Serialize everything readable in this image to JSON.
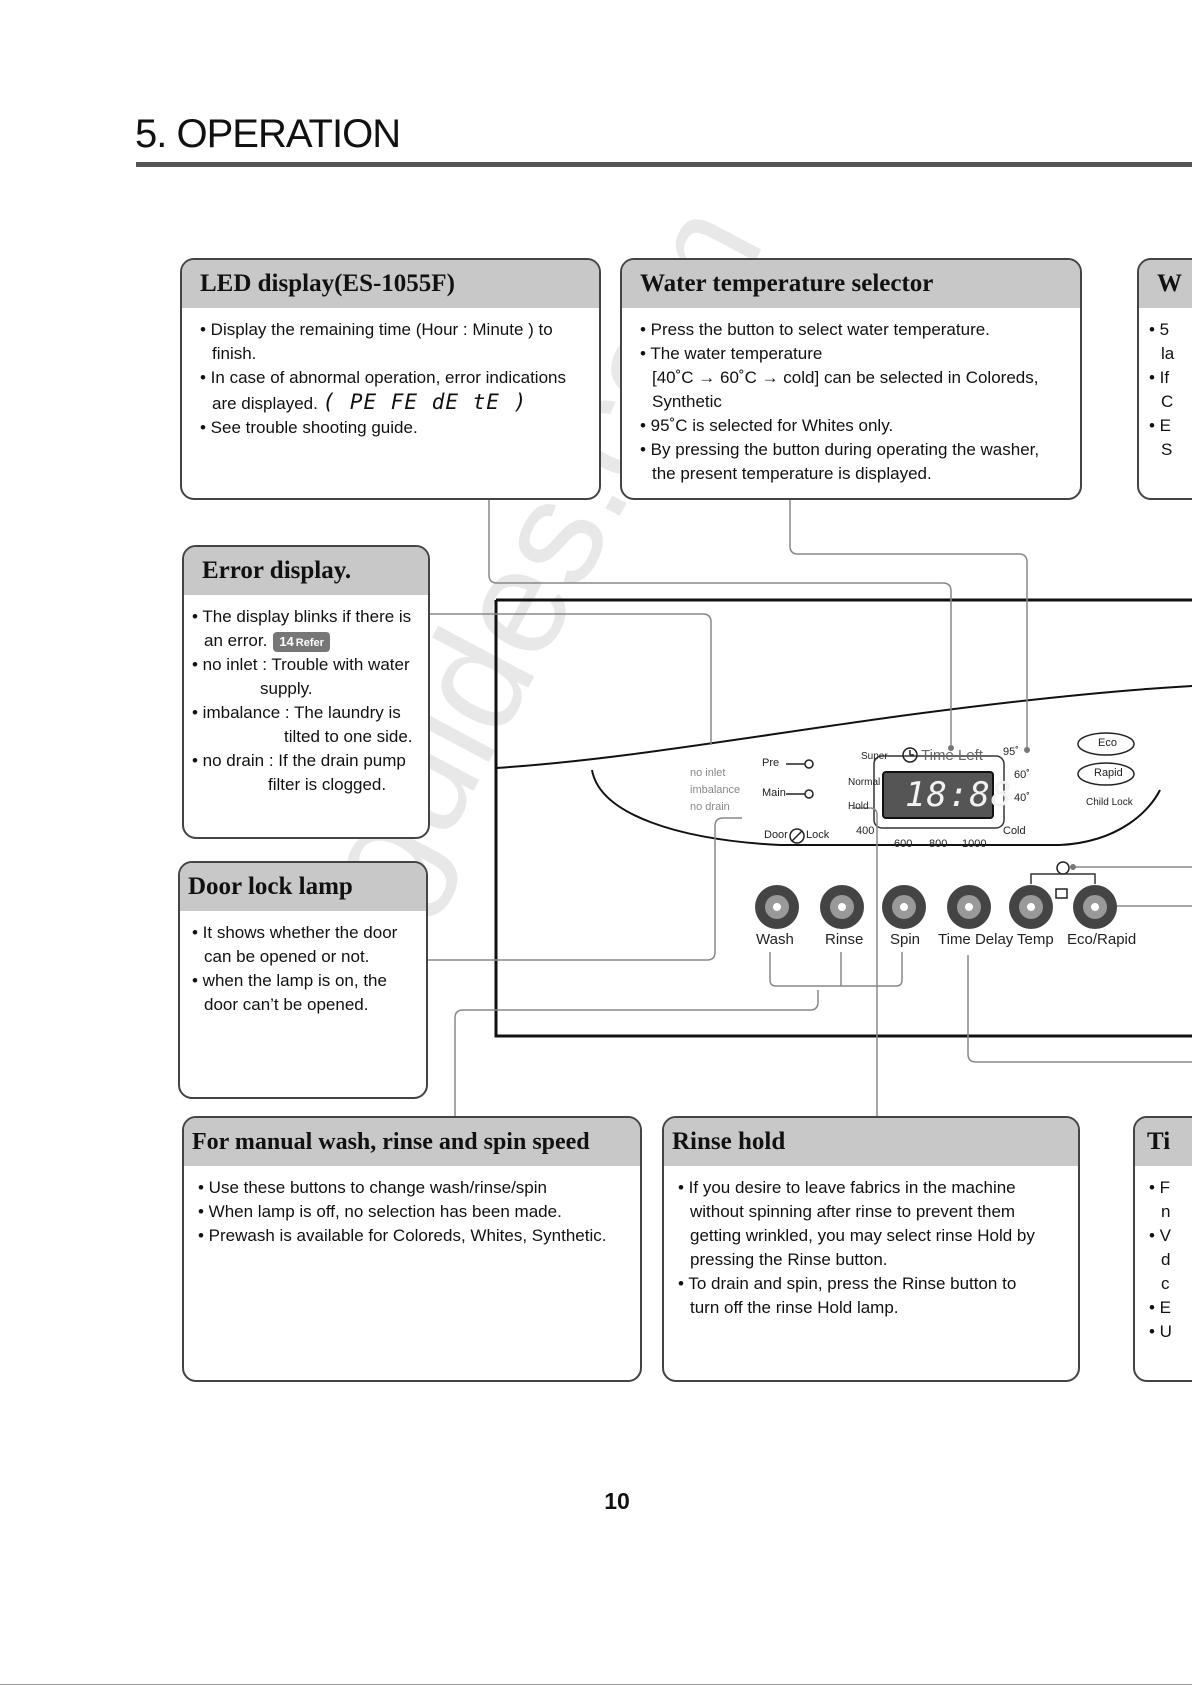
{
  "header": {
    "section_title": "5. OPERATION"
  },
  "page_number": "10",
  "watermark": "all-guides.com",
  "boxes": {
    "led": {
      "title": "LED display(ES-1055F)",
      "lines": [
        "• Display the remaining time (Hour : Minute ) to",
        "finish.",
        "• In case of abnormal operation, error indications",
        "are displayed.",
        "• See trouble shooting guide."
      ],
      "error_codes": "( PE FE dE tE )"
    },
    "water_temp": {
      "title": "Water temperature selector",
      "lines": [
        "• Press the button to select water temperature.",
        "• The water temperature",
        "[40˚C → 60˚C → cold] can be selected in Coloreds,",
        "Synthetic",
        "• 95˚C  is selected for Whites only.",
        "• By pressing the button during operating the washer,",
        "the present temperature is displayed."
      ]
    },
    "partial_top": {
      "title": "W",
      "lines": [
        "• 5",
        "la",
        "• If",
        "C",
        "• E",
        "S"
      ]
    },
    "error_display": {
      "title": "Error display.",
      "lines": [
        "• The display blinks if there is",
        "an error.",
        "• no inlet : Trouble with water",
        "supply.",
        "• imbalance : The laundry is",
        "tilted to one side.",
        "• no drain : If the drain pump",
        "filter is clogged."
      ],
      "refer_number": "14",
      "refer_label": "Refer"
    },
    "door_lock": {
      "title": "Door lock lamp",
      "lines": [
        "• It shows whether the door",
        "can be opened or not.",
        "• when the lamp is on, the",
        "door can’t be opened."
      ]
    },
    "manual": {
      "title": "For manual wash, rinse and spin speed",
      "lines": [
        "• Use these buttons to change wash/rinse/spin",
        "• When lamp is off, no selection has been made.",
        "• Prewash is available for Coloreds, Whites, Synthetic."
      ]
    },
    "rinse_hold": {
      "title": "Rinse hold",
      "lines": [
        "• If you desire to leave fabrics in the machine",
        "without spinning after rinse to prevent them",
        "getting wrinkled, you may select rinse Hold by",
        "pressing the Rinse button.",
        "• To drain and spin, press the Rinse button to",
        "turn off the rinse Hold lamp."
      ]
    },
    "partial_bottom": {
      "title": "Ti",
      "lines": [
        "• F",
        "n",
        "• V",
        "d",
        "c",
        "• E",
        "• U"
      ]
    }
  },
  "panel": {
    "error_labels": [
      "no inlet",
      "imbalance",
      "no drain"
    ],
    "pre": "Pre",
    "main": "Main",
    "door_lock": "Door",
    "lock": "Lock",
    "super": "Super",
    "normal": "Normal",
    "hold": "Hold",
    "time_left": "Time Left",
    "display_digits": "18:88",
    "spin_speeds": [
      "400",
      "600",
      "800",
      "1000"
    ],
    "temps": [
      "95˚",
      "60˚",
      "40˚",
      "Cold"
    ],
    "eco": "Eco",
    "rapid": "Rapid",
    "child_lock": "Child Lock",
    "buttons": [
      "Wash",
      "Rinse",
      "Spin",
      "Time Delay",
      "Temp",
      "Eco/Rapid"
    ]
  }
}
